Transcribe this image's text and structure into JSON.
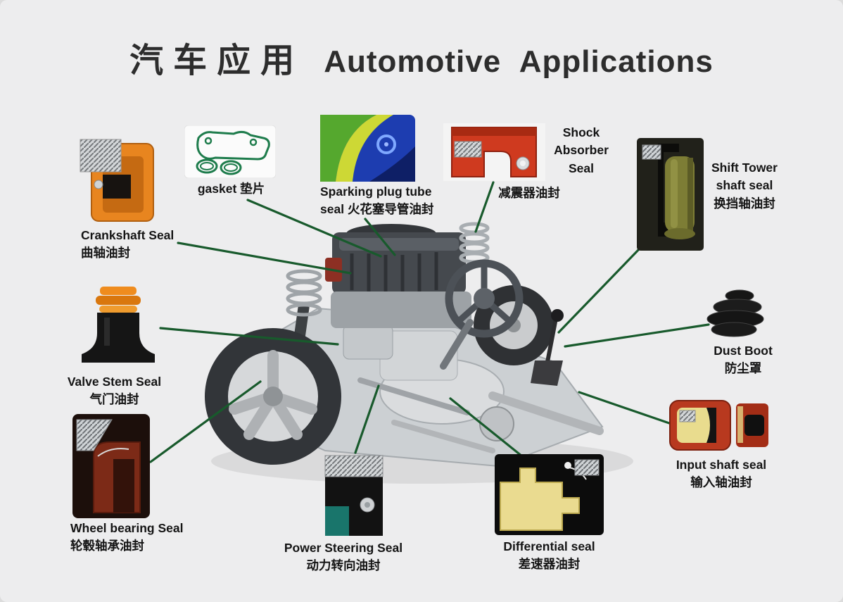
{
  "header": {
    "title_zh": "汽车应用",
    "title_en": "Automotive Applications"
  },
  "colors": {
    "background": "#ededee",
    "connector_line": "#185a2c",
    "title_text": "#2d2d2d",
    "label_text": "#141414",
    "crankshaft_seal_accent": "#e8851f",
    "shock_absorber_seal_accent": "#cf3a1f",
    "shift_tower_seal_accent": "#7d7d35",
    "input_shaft_seal_accent": "#b8391f",
    "differential_seal_accent": "#eadb90",
    "power_steering_seal_accent": "#19756b",
    "gasket_outline": "#1e7c4c"
  },
  "items": {
    "crankshaft_seal": {
      "label_en": "Crankshaft Seal",
      "label_zh": "曲轴油封"
    },
    "gasket": {
      "label_en": "gasket",
      "label_zh": "垫片"
    },
    "sparking_plug_tube_seal": {
      "label_en": "Sparking plug tube seal",
      "label_zh": "火花塞导管油封"
    },
    "shock_absorber_seal": {
      "label_en": "Shock Absorber Seal",
      "label_zh": "减震器油封"
    },
    "shift_tower_shaft_seal": {
      "label_en": "Shift Tower shaft seal",
      "label_zh": "换挡轴油封"
    },
    "dust_boot": {
      "label_en": "Dust Boot",
      "label_zh": "防尘罩"
    },
    "input_shaft_seal": {
      "label_en": "Input shaft seal",
      "label_zh": "输入轴油封"
    },
    "differential_seal": {
      "label_en": "Differential seal",
      "label_zh": "差速器油封"
    },
    "power_steering_seal": {
      "label_en": "Power Steering Seal",
      "label_zh": "动力转向油封"
    },
    "wheel_bearing_seal": {
      "label_en": "Wheel bearing Seal",
      "label_zh": "轮毂轴承油封"
    },
    "valve_stem_seal": {
      "label_en": "Valve Stem Seal",
      "label_zh": "气门油封"
    }
  }
}
